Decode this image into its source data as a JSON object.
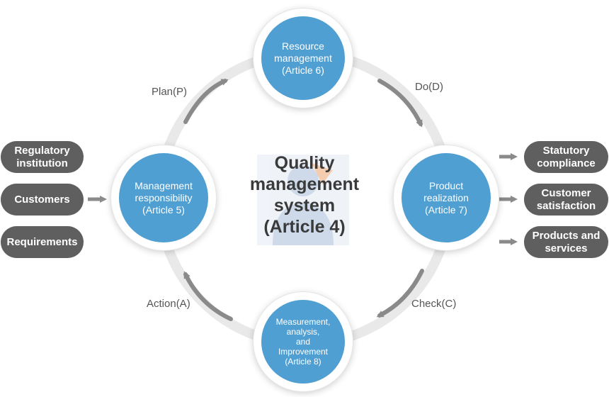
{
  "center_title": "Quality\nmanagement\nsystem\n(Article 4)",
  "nodes": {
    "top": "Resource\nmanagement\n(Article 6)",
    "left": "Management\nresponsibility\n(Article 5)",
    "right": "Product\nrealization\n(Article 7)",
    "bottom": "Measurement,\nanalysis,\nand\nImprovement\n(Article 8)"
  },
  "cycle_labels": {
    "plan": "Plan(P)",
    "do": "Do(D)",
    "check": "Check(C)",
    "action": "Action(A)"
  },
  "inputs": [
    "Regulatory\ninstitution",
    "Customers",
    "Requirements"
  ],
  "outputs": [
    "Statutory\ncompliance",
    "Customer\nsatisfaction",
    "Products and\nservices"
  ],
  "colors": {
    "node_fill": "#4f9fd2",
    "pill_fill": "#5f5f5f",
    "ring": "#e9e9e9",
    "arrow": "#8a8a8a"
  }
}
